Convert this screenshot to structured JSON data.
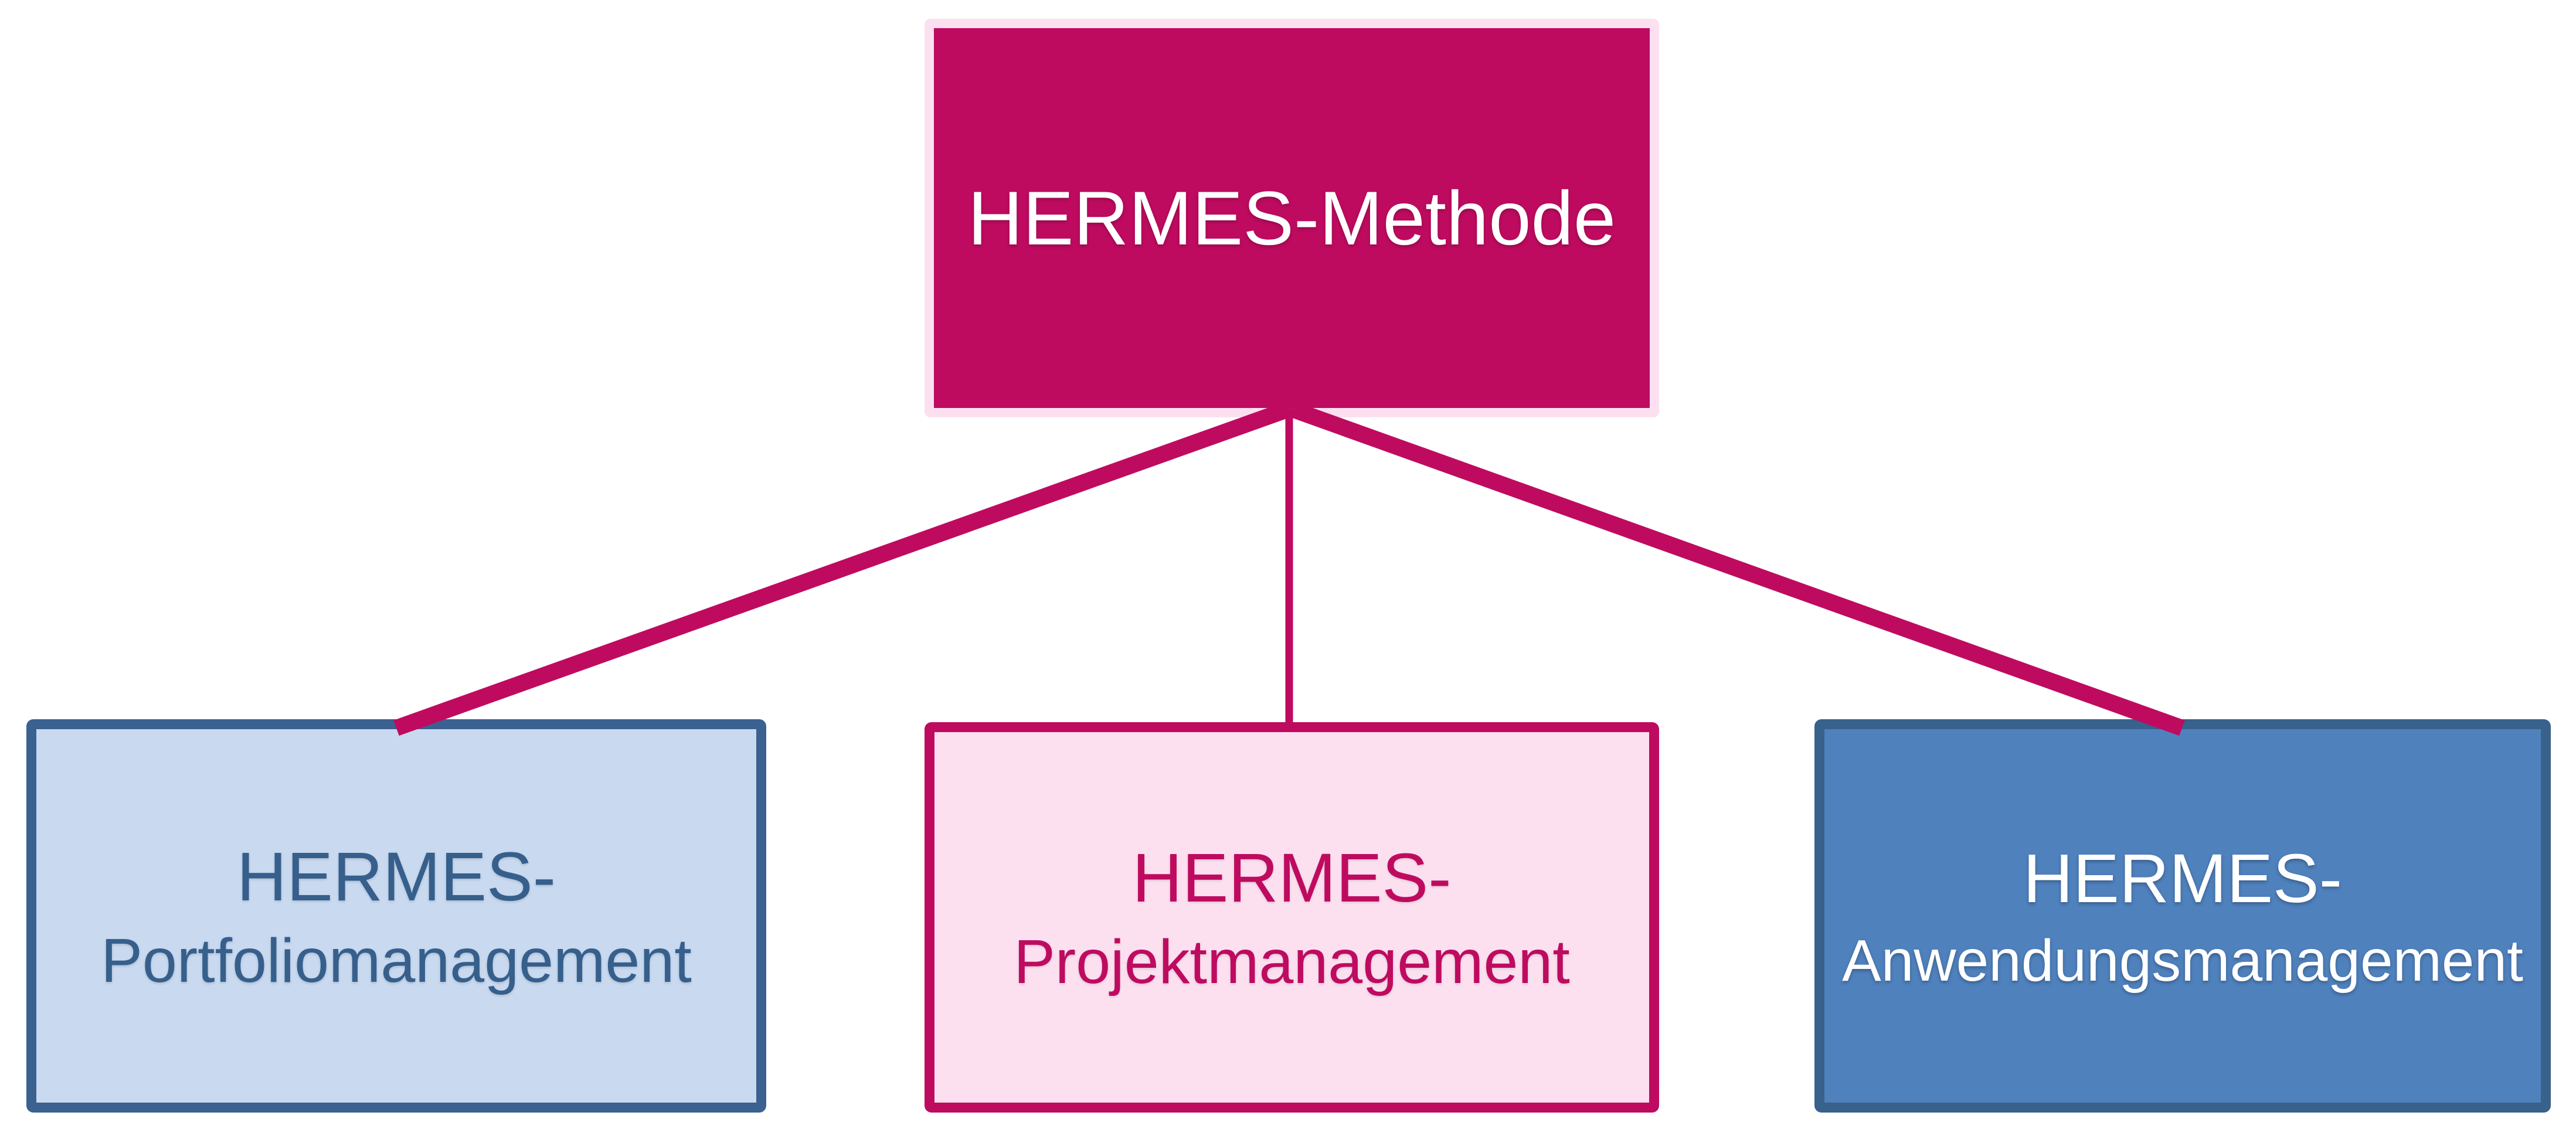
{
  "diagram": {
    "root": {
      "label": "HERMES-Methode"
    },
    "children": [
      {
        "id": "portfoliomanagement",
        "line1": "HERMES-",
        "line2": "Portfoliomanagement"
      },
      {
        "id": "projektmanagement",
        "line1": "HERMES-",
        "line2": "Projektmanagement"
      },
      {
        "id": "anwendungsmanagement",
        "line1": "HERMES-",
        "line2": "Anwendungsmanagement"
      }
    ]
  },
  "colors": {
    "magenta": "#BE0B60",
    "pale_pink": "#FCE0F0",
    "light_blue_fill": "#C8D9F0",
    "dark_blue": "#3A618F",
    "medium_blue_fill": "#4F81BD",
    "text_white": "#FFFFFF",
    "background": "#FFFFFF"
  }
}
